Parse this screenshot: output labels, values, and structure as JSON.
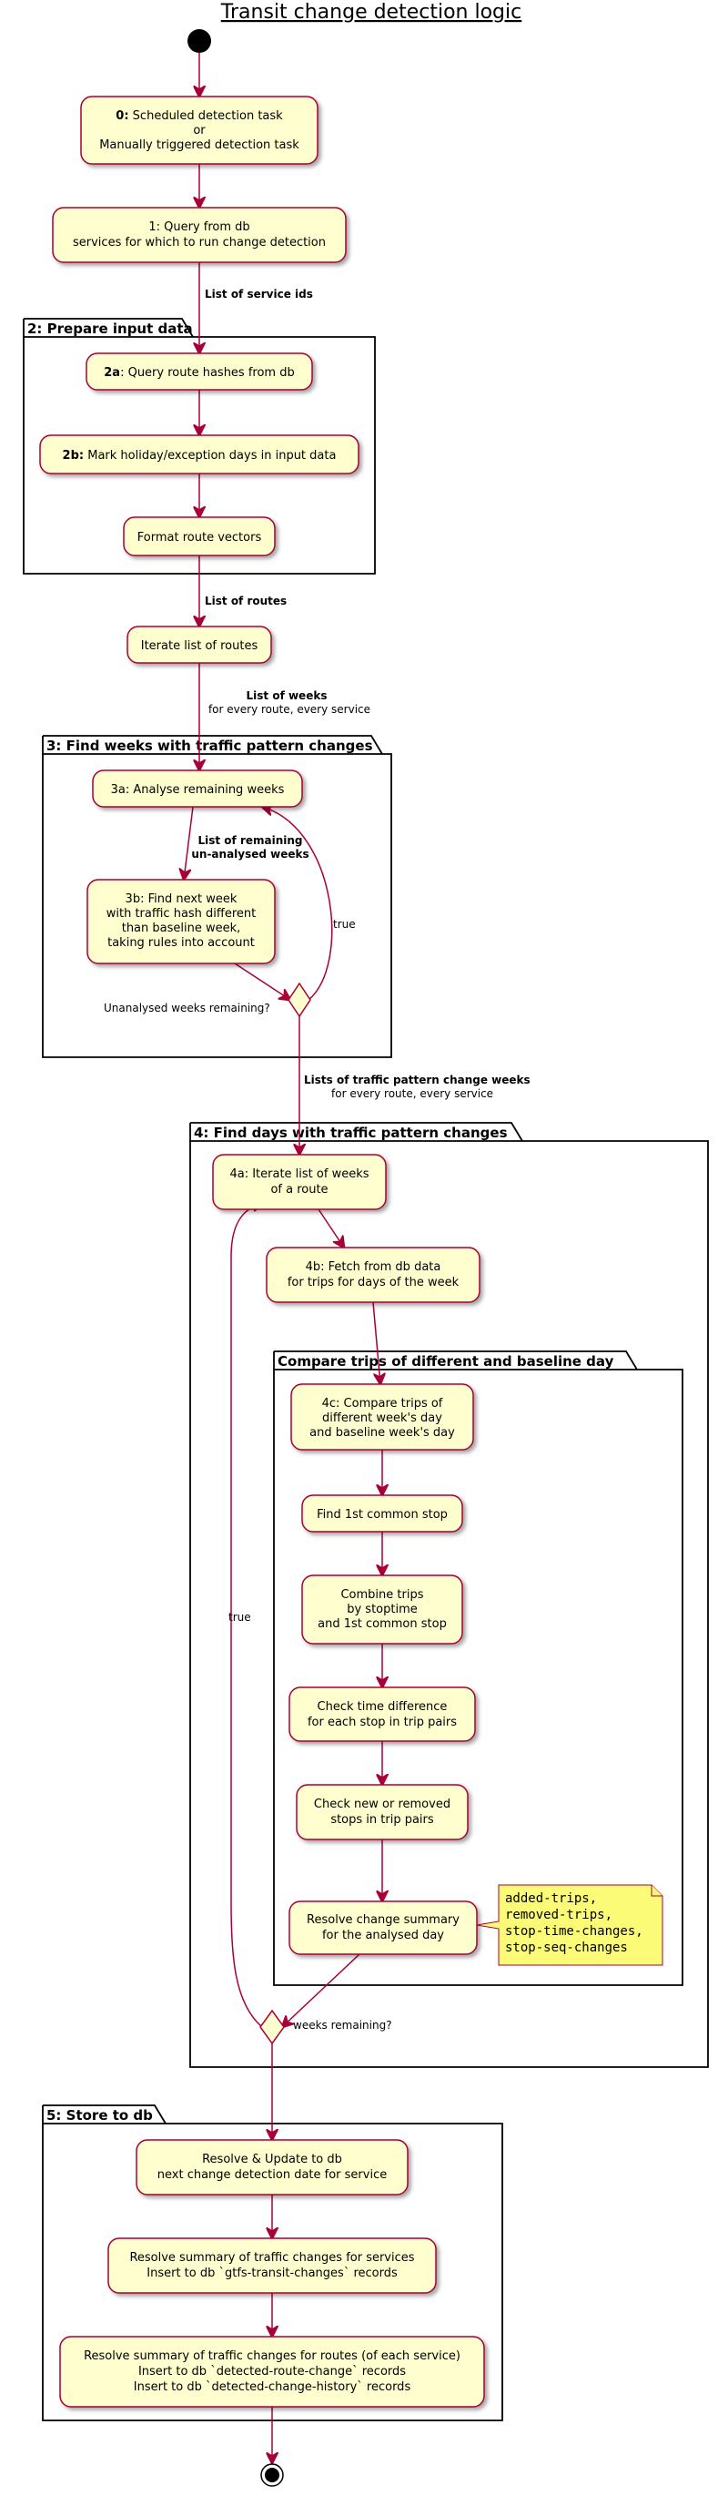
{
  "diagram": {
    "title": "Transit change detection logic",
    "nodes": {
      "n0": {
        "bold": "0:",
        "rest": " Scheduled detection task",
        "l2": "or",
        "l3": "Manually triggered detection task"
      },
      "n1": {
        "l1": "1: Query from db",
        "l2": "services for which to run change detection"
      },
      "n2a": {
        "bold": "2a",
        "rest": ": Query route hashes from db"
      },
      "n2b": {
        "bold": "2b:",
        "rest": " Mark holiday/exception days in input data"
      },
      "nfmt": {
        "l1": "Format route vectors"
      },
      "niter": {
        "l1": "Iterate list of routes"
      },
      "n3a": {
        "l1": "3a: Analyse remaining weeks"
      },
      "n3b": {
        "l1": "3b: Find next week",
        "l2": "with traffic hash different",
        "l3": "than baseline week,",
        "l4": "taking rules into account"
      },
      "n4a": {
        "l1": "4a: Iterate list of weeks",
        "l2": "of a route"
      },
      "n4b": {
        "l1": "4b: Fetch from db data",
        "l2": "for trips for days of the week"
      },
      "n4c": {
        "l1": "4c: Compare trips of",
        "l2": "different week's day",
        "l3": "and baseline week's day"
      },
      "nfind": {
        "l1": "Find 1st common stop"
      },
      "ncomb": {
        "l1": "Combine trips",
        "l2": "by stoptime",
        "l3": "and 1st common stop"
      },
      "ncheck": {
        "l1": "Check time difference",
        "l2": "for each stop in trip pairs"
      },
      "nnew": {
        "l1": "Check new or removed",
        "l2": "stops in trip pairs"
      },
      "nres": {
        "l1": "Resolve change summary",
        "l2": "for the analysed day"
      },
      "n5a": {
        "l1": "Resolve & Update to db",
        "l2": "next change detection date for service"
      },
      "n5b": {
        "l1": "Resolve summary of traffic changes for services",
        "l2": "Insert to db `gtfs-transit-changes` records"
      },
      "n5c": {
        "l1": "Resolve summary of traffic changes for routes (of each service)",
        "l2": "Insert to db `detected-route-change` records",
        "l3": "Insert to db `detected-change-history` records"
      }
    },
    "packages": {
      "p2": "2: Prepare input data",
      "p3": "3: Find weeks with traffic pattern changes",
      "p4": "4: Find days with traffic pattern changes",
      "pcmp": "Compare trips of different and baseline day",
      "p5": "5: Store to db"
    },
    "edges": {
      "e_services": "List of service ids",
      "e_routes": "List of routes",
      "e_weeks_b": "List of weeks",
      "e_weeks_n": "for every route, every service",
      "e_rem1": "List of remaining",
      "e_rem2": "un-analysed weeks",
      "e_true1": "true",
      "e_unanalysed": "Unanalysed weeks remaining?",
      "e_lists_b": "Lists of traffic pattern change weeks",
      "e_lists_n": "for every route, every service",
      "e_true2": "true",
      "e_weeks_rem": "weeks remaining?"
    },
    "note": [
      "added-trips,",
      "removed-trips,",
      "stop-time-changes,",
      "stop-seq-changes"
    ],
    "colors": {
      "node_fill": "#FEFECE",
      "node_border": "#A80036",
      "note_fill": "#FBFB77",
      "arrow": "#A80036"
    }
  }
}
